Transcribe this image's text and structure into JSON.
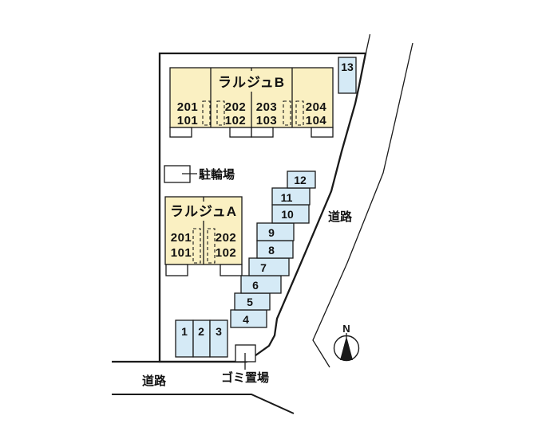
{
  "colors": {
    "plot_fill": "#ececec",
    "building_fill": "#faf0c2",
    "parking_fill": "#d5eaf6",
    "line": "#1a1a1a",
    "background": "#ffffff"
  },
  "building_b": {
    "name": "ラルジュB",
    "units": [
      {
        "upper": "201",
        "lower": "101"
      },
      {
        "upper": "202",
        "lower": "102"
      },
      {
        "upper": "203",
        "lower": "103"
      },
      {
        "upper": "204",
        "lower": "104"
      }
    ]
  },
  "building_a": {
    "name": "ラルジュA",
    "units": [
      {
        "upper": "201",
        "lower": "101"
      },
      {
        "upper": "202",
        "lower": "102"
      }
    ]
  },
  "parking": {
    "stalls": [
      "1",
      "2",
      "3",
      "4",
      "5",
      "6",
      "7",
      "8",
      "9",
      "10",
      "11",
      "12",
      "13"
    ]
  },
  "labels": {
    "bicycle_parking": "駐輪場",
    "garbage_area": "ゴミ置場",
    "road_right": "道路",
    "road_bottom": "道路",
    "north": "N"
  }
}
